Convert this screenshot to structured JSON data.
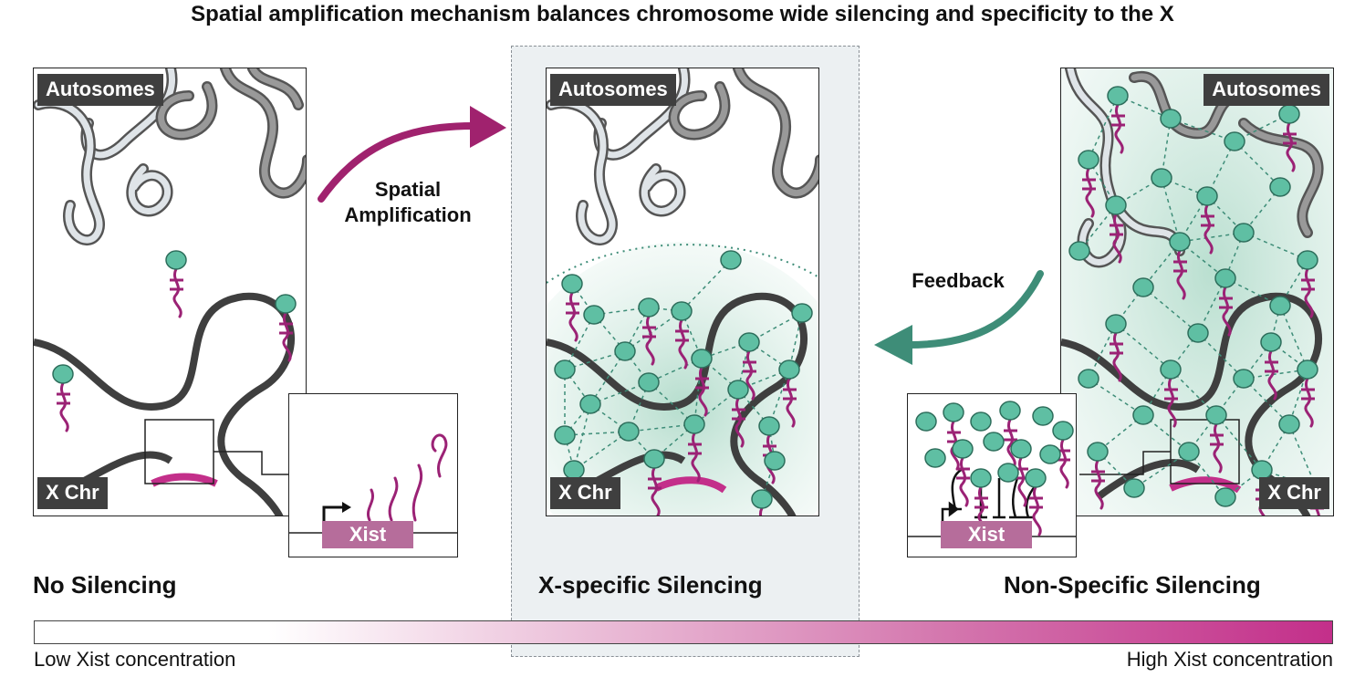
{
  "title": "Spatial amplification mechanism balances chromosome wide silencing and specificity to the X",
  "panels": {
    "left": {
      "autosomes": "Autosomes",
      "xchr": "X Chr",
      "caption": "No Silencing",
      "xist": "Xist"
    },
    "center": {
      "autosomes": "Autosomes",
      "xchr": "X Chr",
      "caption": "X-specific Silencing"
    },
    "right": {
      "autosomes": "Autosomes",
      "xchr": "X Chr",
      "caption": "Non-Specific Silencing",
      "xist": "Xist"
    }
  },
  "arrows": {
    "spatial": {
      "line1": "Spatial",
      "line2": "Amplification",
      "color": "#a0226e"
    },
    "feedback": {
      "label": "Feedback",
      "color": "#3e8d78"
    }
  },
  "gradient": {
    "low": "Low Xist concentration",
    "high": "High Xist concentration",
    "color_high": "#c32f8a"
  },
  "colors": {
    "protein": "#5fbfa3",
    "rna": "#9b2275",
    "chromosome": "#3f3f3f",
    "autosome_outline": "#555555"
  }
}
